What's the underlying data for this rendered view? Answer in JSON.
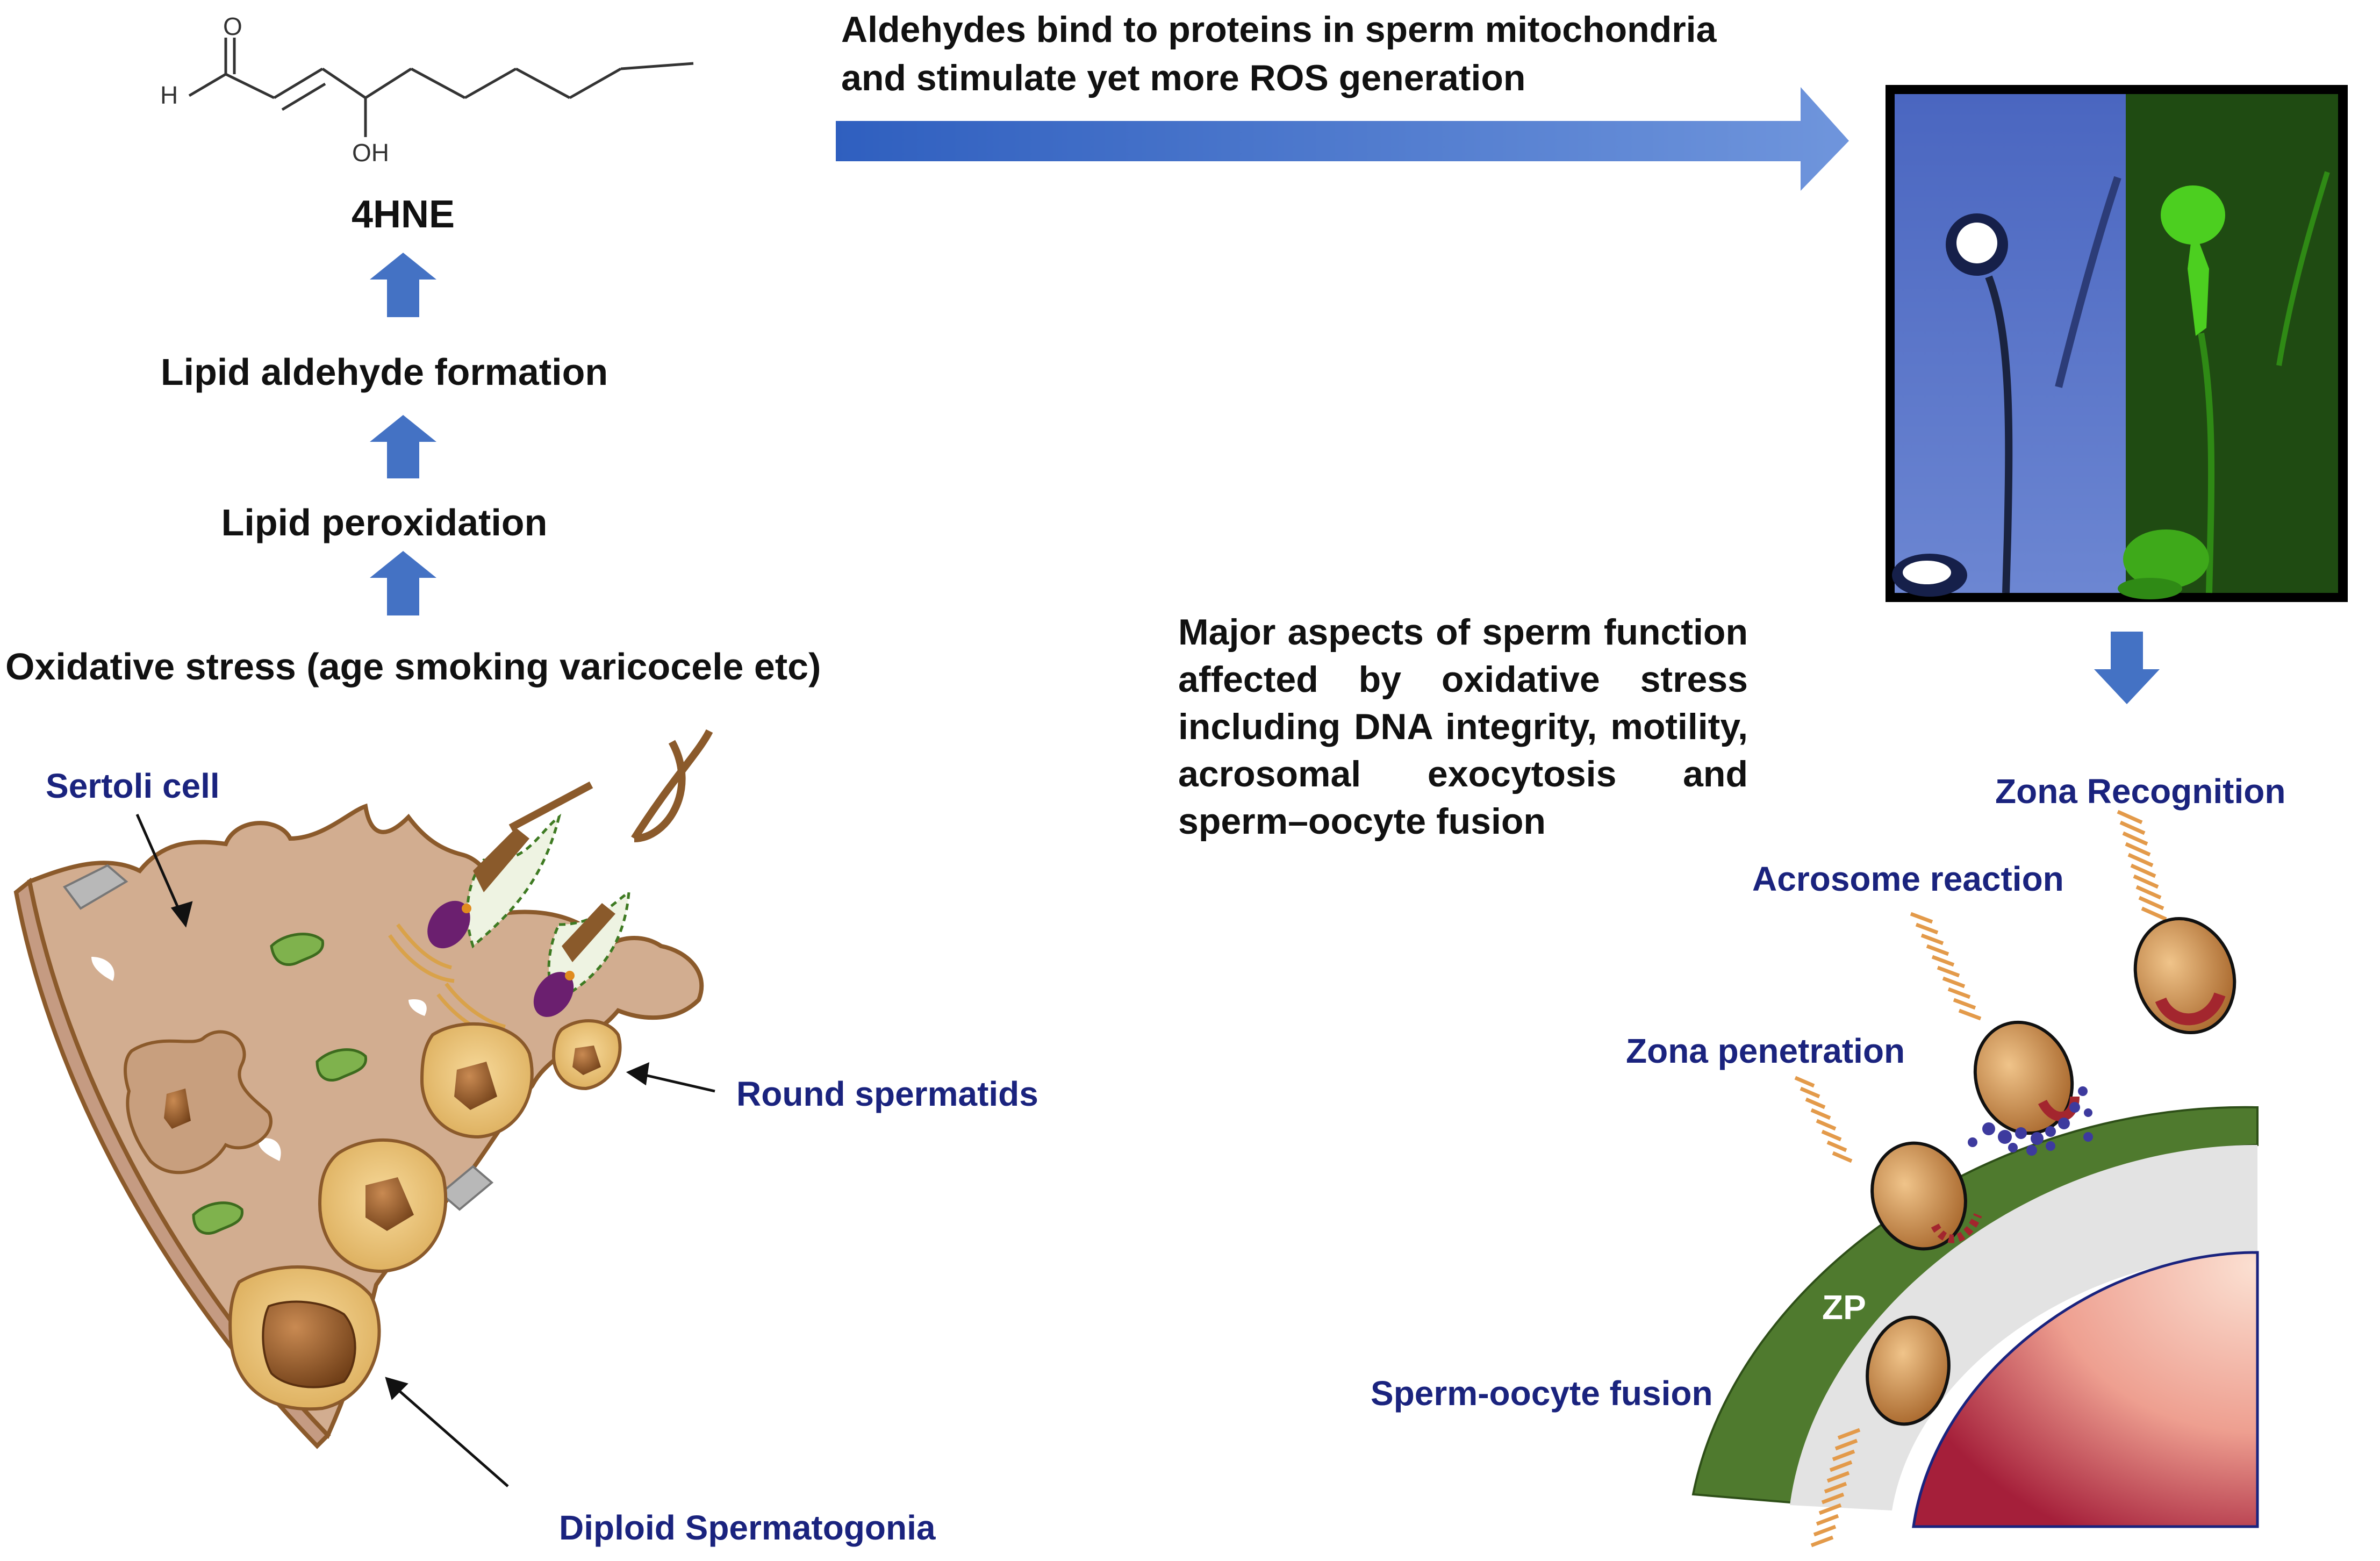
{
  "colors": {
    "arrow_blue": "#4472c4",
    "label_navy": "#1a237e",
    "cell_tan": "#d2ad90",
    "cell_border": "#8b5a2b",
    "zona_green": "#4f7a2e",
    "oocyte_pink": "#f1b7a5",
    "fluor_green": "#4ccf20",
    "phase_blue": "#5a76c8"
  },
  "molecule": {
    "name": "4HNE",
    "atom_O": "O",
    "atom_H": "H",
    "atom_OH": "OH"
  },
  "pathway": {
    "steps": [
      "Oxidative stress (age smoking varicocele etc)",
      "Lipid peroxidation",
      "Lipid aldehyde formation",
      "4HNE"
    ]
  },
  "top_arrow_text": {
    "line1": "Aldehydes bind to proteins in sperm mitochondria",
    "line2": "and stimulate yet more ROS generation"
  },
  "tubule_labels": {
    "sertoli": "Sertoli cell",
    "round_spermatids": "Round spermatids",
    "diploid_spermatogonia": "Diploid Spermatogonia"
  },
  "summary_text": "Major aspects of sperm function affected by oxidative stress including DNA integrity, motility, acrosomal exocytosis and sperm–oocyte fusion",
  "oocyte_labels": {
    "zona_recognition": "Zona Recognition",
    "acrosome_reaction": "Acrosome reaction",
    "zona_penetration": "Zona penetration",
    "zp": "ZP",
    "sperm_oocyte_fusion": "Sperm-oocyte fusion"
  }
}
